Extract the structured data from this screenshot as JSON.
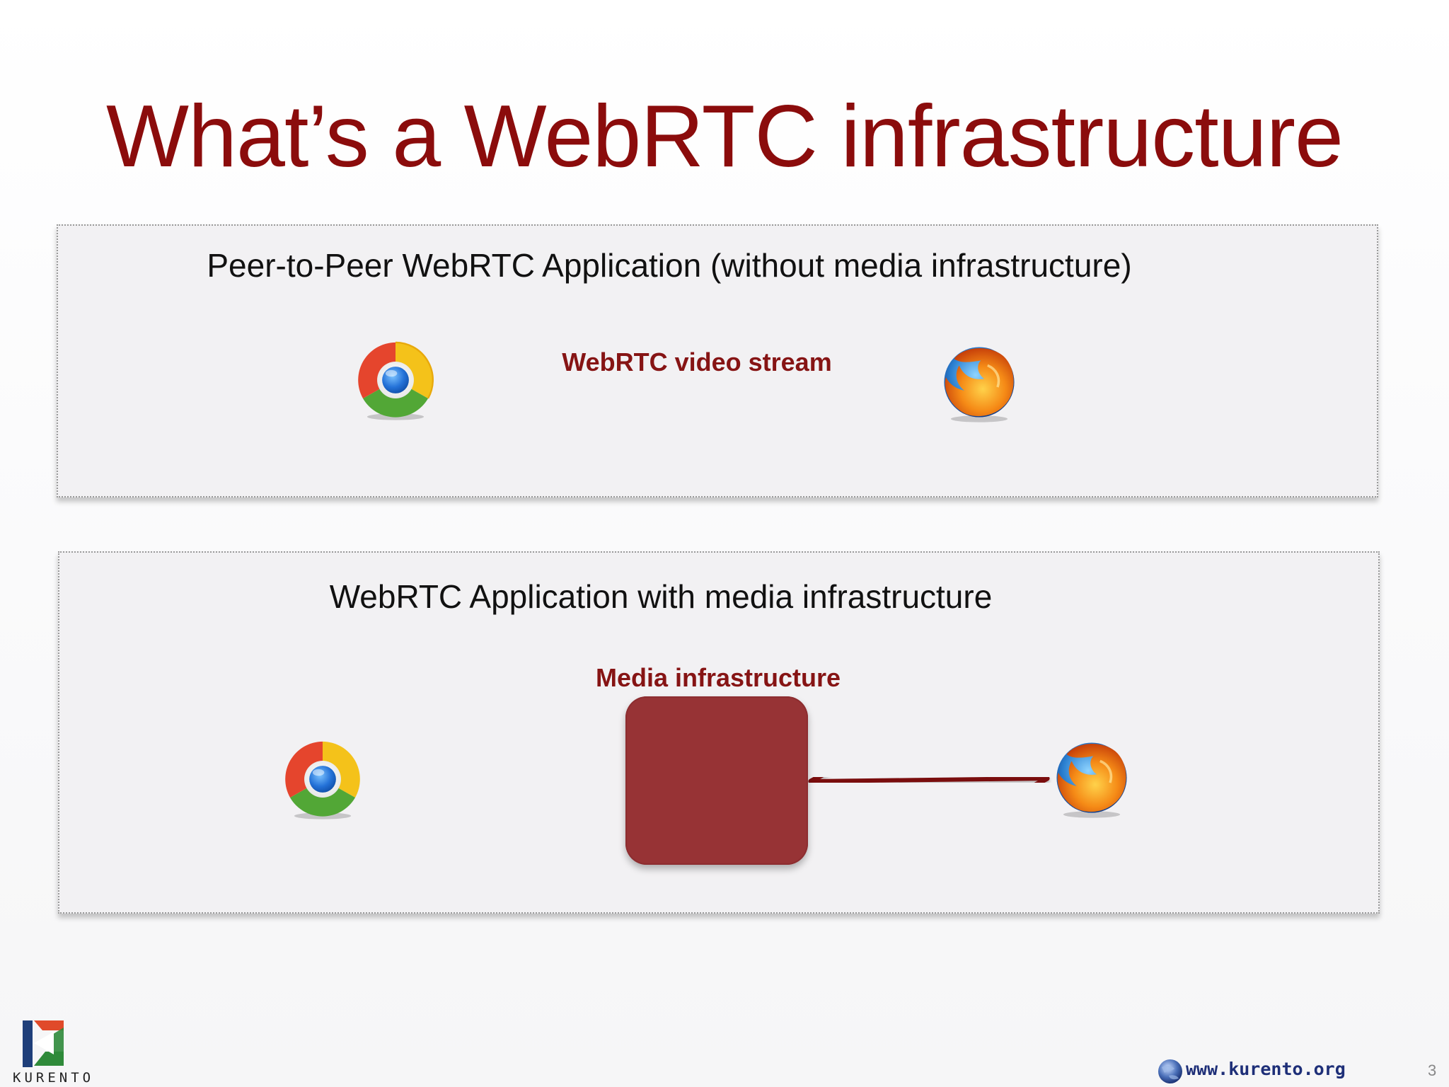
{
  "slide": {
    "title": "What’s a WebRTC infrastructure",
    "page_number": "3"
  },
  "panel_p2p": {
    "heading": "Peer-to-Peer WebRTC Application (without media infrastructure)",
    "stream_label": "WebRTC video stream",
    "left_browser_icon": "chrome-icon",
    "right_browser_icon": "firefox-icon"
  },
  "panel_infra": {
    "heading": "WebRTC Application with media infrastructure",
    "box_label": "Media infrastructure",
    "left_browser_icon": "chrome-icon",
    "right_browser_icon": "firefox-icon"
  },
  "footer": {
    "logo_text": "KURENTO",
    "url": "www.kurento.org"
  },
  "colors": {
    "title": "#8b0c0c",
    "arrow": "#7a0d0d",
    "media_box": "#973335",
    "panel_bg": "#f2f1f3"
  }
}
